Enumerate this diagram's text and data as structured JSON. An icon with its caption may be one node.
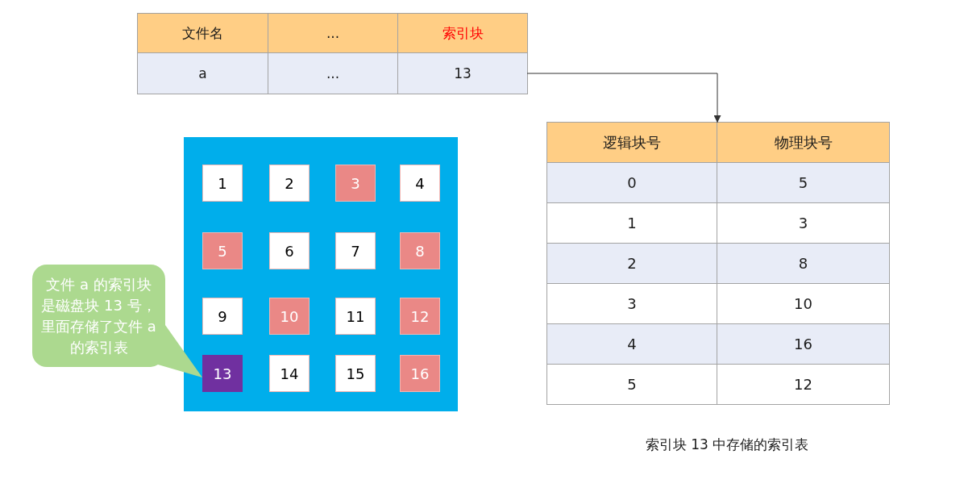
{
  "diagram": {
    "nodes": [
      {
        "text": [],
        "shape": "table"
      },
      {
        "text": [
          "文件名"
        ],
        "in": 0
      },
      {
        "text": [
          "..."
        ],
        "in": 0
      },
      {
        "text": [
          "索引块"
        ],
        "in": 0
      },
      {
        "text": [
          "a"
        ],
        "in": 0
      },
      {
        "text": [
          "..."
        ],
        "in": 0
      },
      {
        "text": [
          "13"
        ],
        "in": 0
      },
      {
        "text": [],
        "shape": "box"
      },
      {
        "text": [
          "1"
        ],
        "in": 7
      },
      {
        "text": [
          "2"
        ],
        "in": 7
      },
      {
        "text": [
          "3"
        ],
        "in": 7
      },
      {
        "text": [
          "4"
        ],
        "in": 7
      },
      {
        "text": [
          "5"
        ],
        "in": 7
      },
      {
        "text": [
          "6"
        ],
        "in": 7
      },
      {
        "text": [
          "7"
        ],
        "in": 7
      },
      {
        "text": [
          "8"
        ],
        "in": 7
      },
      {
        "text": [
          "9"
        ],
        "in": 7
      },
      {
        "text": [
          "10"
        ],
        "in": 7
      },
      {
        "text": [
          "11"
        ],
        "in": 7
      },
      {
        "text": [
          "12"
        ],
        "in": 7
      },
      {
        "text": [
          "13"
        ],
        "in": 7
      },
      {
        "text": [
          "14"
        ],
        "in": 7
      },
      {
        "text": [
          "15"
        ],
        "in": 7
      },
      {
        "text": [
          "16"
        ],
        "in": 7
      },
      {
        "text": [
          "文件 a 的索引块是磁盘块 13 号，里面存储了文件 a 的索引表"
        ]
      },
      {
        "text": [],
        "shape": "table",
        "beside": [
          "索引块 13 中存储的索引表"
        ]
      },
      {
        "text": [
          "逻辑块号"
        ],
        "in": 25
      },
      {
        "text": [
          "物理块号"
        ],
        "in": 25
      },
      {
        "text": [
          "0"
        ],
        "in": 25
      },
      {
        "text": [
          "5"
        ],
        "in": 25
      },
      {
        "text": [
          "1"
        ],
        "in": 25
      },
      {
        "text": [
          "3"
        ],
        "in": 25
      },
      {
        "text": [
          "2"
        ],
        "in": 25
      },
      {
        "text": [
          "8"
        ],
        "in": 25
      },
      {
        "text": [
          "3"
        ],
        "in": 25
      },
      {
        "text": [
          "10"
        ],
        "in": 25
      },
      {
        "text": [
          "4"
        ],
        "in": 25
      },
      {
        "text": [
          "16"
        ],
        "in": 25
      },
      {
        "text": [
          "5"
        ],
        "in": 25
      },
      {
        "text": [
          "12"
        ],
        "in": 25
      }
    ],
    "edges": [
      {
        "from": 6,
        "to": 25,
        "arrow": "to"
      }
    ]
  }
}
